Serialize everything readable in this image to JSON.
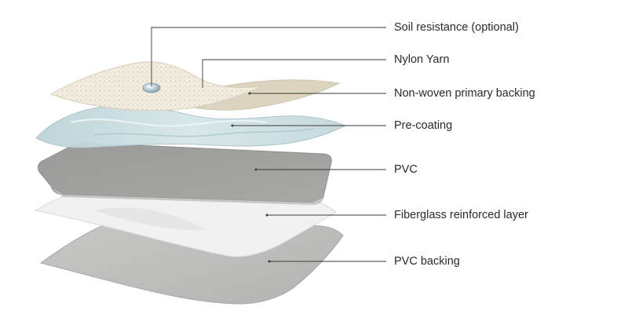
{
  "layers": [
    {
      "label": "Soil resistance (optional)",
      "fill": "#9fb7c2"
    },
    {
      "label": "Nylon Yarn",
      "fill": "#eee8d9"
    },
    {
      "label": "Non-woven primary backing",
      "fill": "#ddd5c2"
    },
    {
      "label": "Pre-coating",
      "fill": "#c8dce0"
    },
    {
      "label": "PVC",
      "fill": "#9e9e9c"
    },
    {
      "label": "Fiberglass reinforced layer",
      "fill": "#efefef"
    },
    {
      "label": "PVC backing",
      "fill": "#bdbdbb"
    }
  ],
  "colors": {
    "leader_line": "#3a3a3a",
    "label_text": "#2a2a2a"
  }
}
